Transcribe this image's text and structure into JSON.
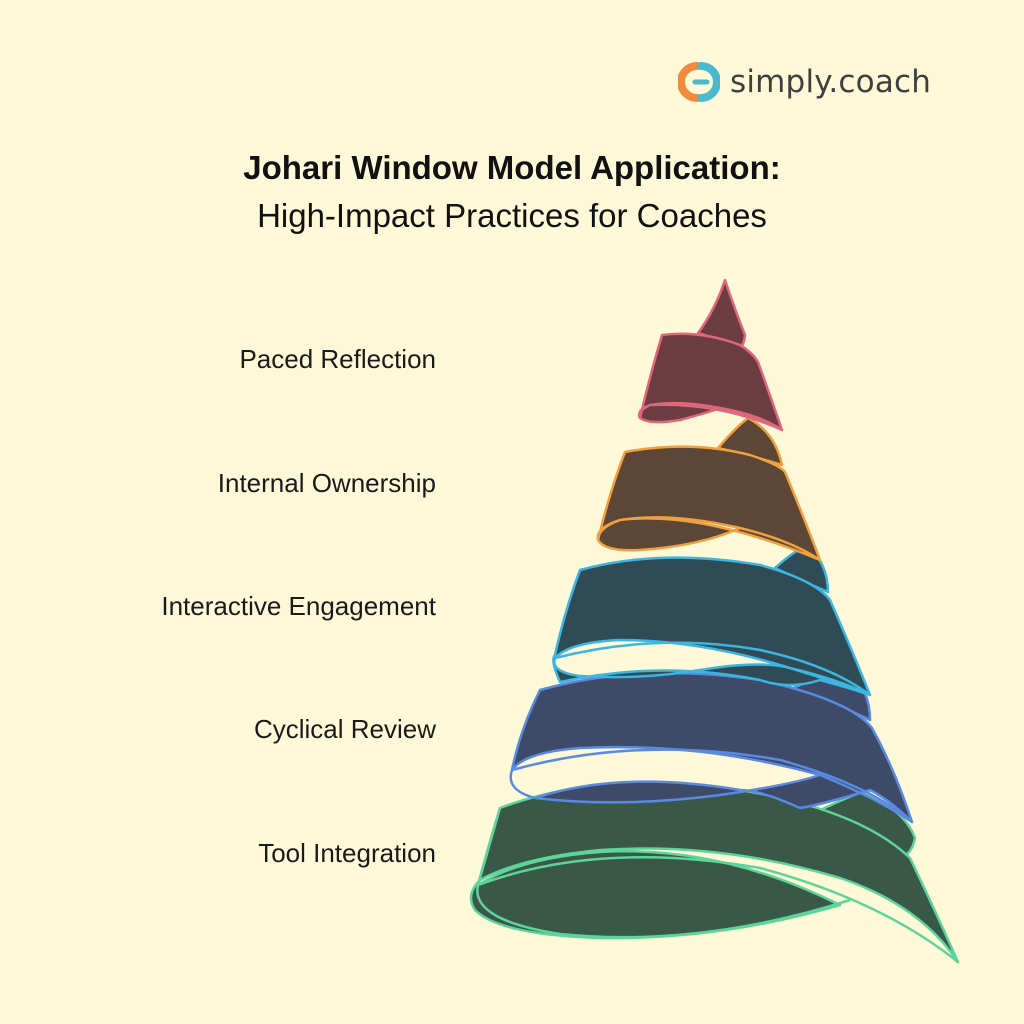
{
  "brand": {
    "name": "simply.coach",
    "icon": "simply-coach-logo-icon",
    "colors": {
      "left_arc": "#f08a3e",
      "right_arc": "#4cb8cc",
      "text": "#3f3f3f"
    }
  },
  "title": {
    "line1": "Johari Window Model Application:",
    "line2": "High-Impact Practices for Coaches"
  },
  "practices": [
    {
      "label": "Paced Reflection",
      "fill": "#6b3d42",
      "stroke": "#e0677a"
    },
    {
      "label": "Internal Ownership",
      "fill": "#5c4636",
      "stroke": "#f0a040"
    },
    {
      "label": "Interactive Engagement",
      "fill": "#2f4b55",
      "stroke": "#3cb5e0"
    },
    {
      "label": "Cyclical Review",
      "fill": "#3d4a68",
      "stroke": "#5a8ae0"
    },
    {
      "label": "Tool Integration",
      "fill": "#3a5848",
      "stroke": "#5ed39a"
    }
  ],
  "background": "#fdf9d8"
}
